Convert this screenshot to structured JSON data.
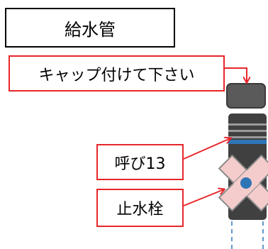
{
  "title": "給水管",
  "labels": {
    "cap_note": "キャップ付けて下さい",
    "size": "呼び13",
    "valve": "止水栓"
  },
  "colors": {
    "callout": "#e8262a",
    "pipe": "#404040",
    "cap": "#5a5a5a",
    "band": "#2e75b6",
    "valve_handle": "#f4cccc",
    "valve_center": "#2e75b6"
  }
}
